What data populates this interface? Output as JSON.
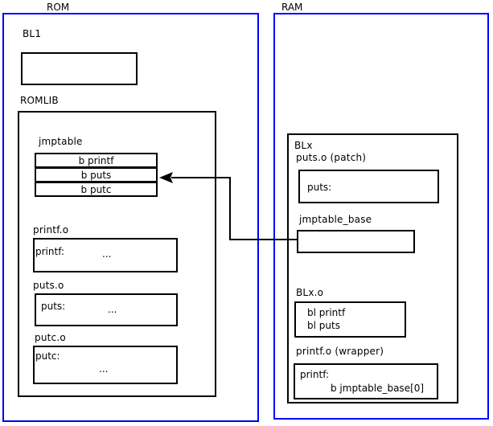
{
  "diagram": {
    "title": "ROM / RAM jump table patching layout",
    "colors": {
      "region_border": "#0000ff",
      "box_border": "#000000",
      "background": "#ffffff",
      "text": "#000000"
    },
    "regions": [
      {
        "id": "rom",
        "label": "ROM"
      },
      {
        "id": "ram",
        "label": "RAM"
      }
    ],
    "rom": {
      "label": "ROM",
      "bl1": {
        "label": "BL1",
        "body": ""
      },
      "romlib": {
        "label": "ROMLIB",
        "jmptable": {
          "label": "jmptable",
          "entries": [
            {
              "text": "b printf"
            },
            {
              "text": "b puts"
            },
            {
              "text": "b putc"
            }
          ]
        },
        "objects": [
          {
            "label": "printf.o",
            "symbol": "printf:",
            "body": "..."
          },
          {
            "label": "puts.o",
            "symbol": "puts:",
            "body": "..."
          },
          {
            "label": "putc.o",
            "symbol": "putc:",
            "body": "..."
          }
        ]
      }
    },
    "ram": {
      "label": "RAM",
      "blx": {
        "label": "BLx",
        "patch": {
          "label": "puts.o (patch)",
          "symbol": "puts:"
        },
        "jmptable_base": {
          "label": "jmptable_base",
          "body": ""
        },
        "blx_o": {
          "label": "BLx.o",
          "lines": [
            "bl printf",
            "bl puts"
          ]
        },
        "printf_wrapper": {
          "label": "printf.o (wrapper)",
          "symbol": "printf:",
          "instruction": "b jmptable_base[0]"
        }
      }
    },
    "connector": {
      "name": "jmptable-base-to-jmptable-puts-arrow",
      "from": "jmptable_base",
      "to": "jmptable entry b puts",
      "style": "orthogonal-polyline-with-arrowhead"
    }
  }
}
